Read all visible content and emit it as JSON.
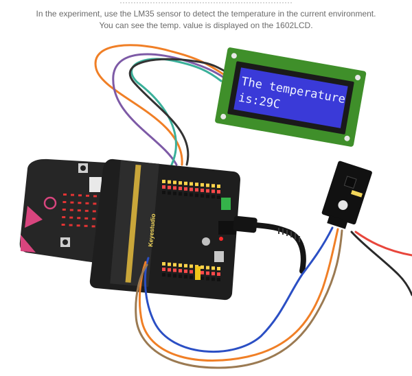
{
  "caption": {
    "line1": "In the experiment, use the LM35 sensor to detect the temperature in the current environment.",
    "line2": "You can see the temp. value is displayed on the 1602LCD."
  },
  "lcd": {
    "line1": "The temperature",
    "line2": "is:29C"
  },
  "board": {
    "brand": "Keyestudio"
  },
  "colors": {
    "lcd_pcb": "#3f8f2a",
    "lcd_screen": "#3a3ad8",
    "shield": "#1e1e1e",
    "microbit": "#262626",
    "microbit_pink": "#d8457e",
    "led_red": "#e23434",
    "wire_orange": "#f07f26",
    "wire_purple": "#7d5aa6",
    "wire_green": "#3ab09a",
    "wire_blue": "#2b4fc4",
    "wire_brown": "#9b7a52",
    "wire_red": "#e8463c",
    "wire_black": "#2a2a2a"
  }
}
